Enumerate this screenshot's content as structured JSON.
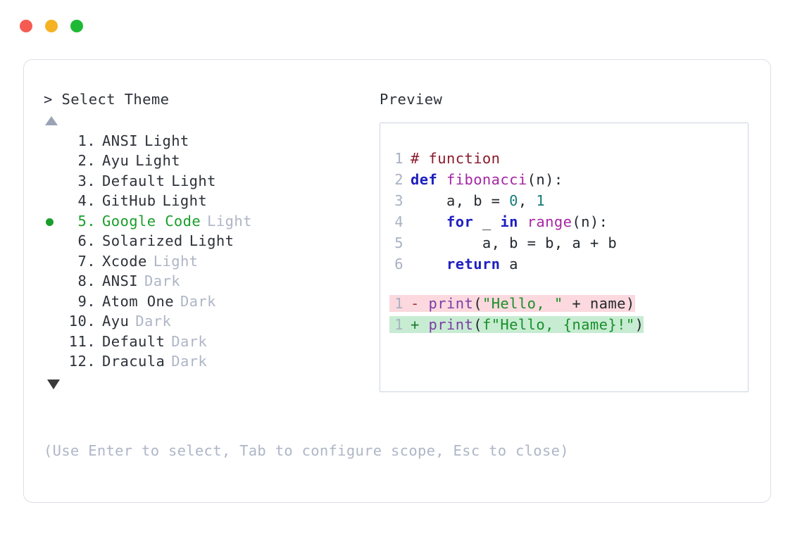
{
  "window": {
    "controls": [
      {
        "name": "close",
        "color": "#f55b52"
      },
      {
        "name": "minimize",
        "color": "#f5b323"
      },
      {
        "name": "maximize",
        "color": "#1eb935"
      }
    ]
  },
  "prompt": {
    "header": "> Select Theme",
    "scroll_up_icon": "triangle-up-icon",
    "scroll_down_icon": "triangle-down-icon",
    "selected_index": 5,
    "bullet_color": "#1a9e2b",
    "muted_color": "#aeb6c6",
    "items": [
      {
        "num": " 1.",
        "name": "ANSI",
        "variant": "Light",
        "variant_muted": false,
        "selected": false
      },
      {
        "num": " 2.",
        "name": "Ayu",
        "variant": "Light",
        "variant_muted": false,
        "selected": false
      },
      {
        "num": " 3.",
        "name": "Default",
        "variant": "Light",
        "variant_muted": false,
        "selected": false
      },
      {
        "num": " 4.",
        "name": "GitHub",
        "variant": "Light",
        "variant_muted": false,
        "selected": false
      },
      {
        "num": " 5.",
        "name": "Google Code",
        "variant": "Light",
        "variant_muted": true,
        "selected": true
      },
      {
        "num": " 6.",
        "name": "Solarized",
        "variant": "Light",
        "variant_muted": false,
        "selected": false
      },
      {
        "num": " 7.",
        "name": "Xcode",
        "variant": "Light",
        "variant_muted": true,
        "selected": false
      },
      {
        "num": " 8.",
        "name": "ANSI",
        "variant": "Dark",
        "variant_muted": true,
        "selected": false
      },
      {
        "num": " 9.",
        "name": "Atom One",
        "variant": "Dark",
        "variant_muted": true,
        "selected": false
      },
      {
        "num": "10.",
        "name": "Ayu",
        "variant": "Dark",
        "variant_muted": true,
        "selected": false
      },
      {
        "num": "11.",
        "name": "Default",
        "variant": "Dark",
        "variant_muted": true,
        "selected": false
      },
      {
        "num": "12.",
        "name": "Dracula",
        "variant": "Dark",
        "variant_muted": true,
        "selected": false
      }
    ],
    "footer_hint": "(Use Enter to select, Tab to configure scope, Esc to close)"
  },
  "preview": {
    "label": "Preview",
    "code_lines": [
      {
        "no": "1",
        "tokens": [
          {
            "t": "# function",
            "c": "tok-comment"
          }
        ]
      },
      {
        "no": "2",
        "tokens": [
          {
            "t": "def ",
            "c": "tok-keyword"
          },
          {
            "t": "fibonacci",
            "c": "tok-func"
          },
          {
            "t": "(n):",
            "c": "tok-plain"
          }
        ]
      },
      {
        "no": "3",
        "tokens": [
          {
            "t": "    a, b = ",
            "c": "tok-plain"
          },
          {
            "t": "0",
            "c": "tok-num"
          },
          {
            "t": ", ",
            "c": "tok-plain"
          },
          {
            "t": "1",
            "c": "tok-num"
          }
        ]
      },
      {
        "no": "4",
        "tokens": [
          {
            "t": "    ",
            "c": "tok-plain"
          },
          {
            "t": "for",
            "c": "tok-keyword"
          },
          {
            "t": " _ ",
            "c": "tok-plain"
          },
          {
            "t": "in",
            "c": "tok-keyword"
          },
          {
            "t": " ",
            "c": "tok-plain"
          },
          {
            "t": "range",
            "c": "tok-func"
          },
          {
            "t": "(n):",
            "c": "tok-plain"
          }
        ]
      },
      {
        "no": "5",
        "tokens": [
          {
            "t": "        a, b = b, a + b",
            "c": "tok-plain"
          }
        ]
      },
      {
        "no": "6",
        "tokens": [
          {
            "t": "    ",
            "c": "tok-plain"
          },
          {
            "t": "return",
            "c": "tok-keyword"
          },
          {
            "t": " a",
            "c": "tok-plain"
          }
        ]
      }
    ],
    "diff_lines": [
      {
        "no": "1",
        "kind": "del",
        "marker": "- ",
        "tokens": [
          {
            "t": "print",
            "c": "tok-builtin"
          },
          {
            "t": "(",
            "c": "tok-plain"
          },
          {
            "t": "\"Hello, \"",
            "c": "tok-string"
          },
          {
            "t": " + name)",
            "c": "tok-plain"
          }
        ]
      },
      {
        "no": "1",
        "kind": "add",
        "marker": "+ ",
        "tokens": [
          {
            "t": "print",
            "c": "tok-builtin"
          },
          {
            "t": "(",
            "c": "tok-plain"
          },
          {
            "t": "f\"Hello, {name}!\"",
            "c": "tok-string"
          },
          {
            "t": ")",
            "c": "tok-plain"
          }
        ]
      }
    ],
    "diff_del_bg": "#fbd9de",
    "diff_add_bg": "#c7ecd2"
  }
}
